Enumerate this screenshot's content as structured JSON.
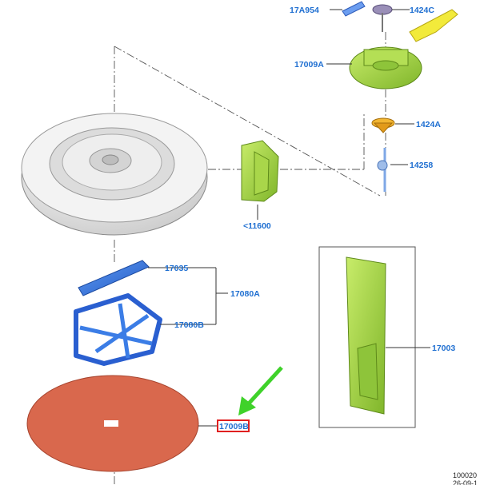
{
  "labels": {
    "p17A954": "17A954",
    "p1424C": "1424C",
    "p17009A": "17009A",
    "p1424A": "1424A",
    "p14258": "14258",
    "p11600": "<11600",
    "p17035": "17035",
    "p17080A": "17080A",
    "p17080B": "17080B",
    "p17003": "17003",
    "p17009B": "17009B"
  },
  "footer": {
    "code_line1": "100020",
    "code_line2": "26-09-1"
  },
  "colors": {
    "label_blue": "#1f6fd1",
    "part_green": "#9fd23a",
    "part_blue": "#3b7de6",
    "mat_orange": "#d9684d",
    "highlight_red": "#e02020",
    "arrow_green": "#3fd22a"
  }
}
